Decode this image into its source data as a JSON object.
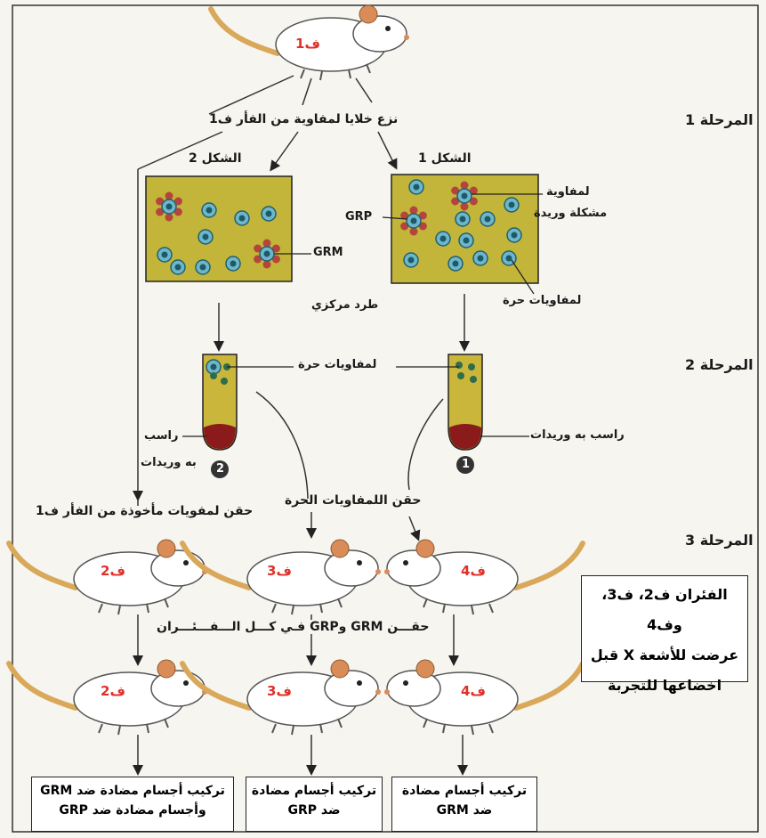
{
  "stages": {
    "stage1": "المرحلة 1",
    "stage2": "المرحلة 2",
    "stage3": "المرحلة 3"
  },
  "mice": {
    "m1": "ف1",
    "m2a": "ف2",
    "m3a": "ف3",
    "m4a": "ف4",
    "m2b": "ف2",
    "m3b": "ف3",
    "m4b": "ف4"
  },
  "labels": {
    "extract": "نزع خلايا لمفاوية من الفأر ف1",
    "figure1": "الشكل 1",
    "figure2": "الشكل 2",
    "lymphocyte": "لمفاوية",
    "rosette": "مشكلة وريدة",
    "grp": "GRP",
    "grm": "GRM",
    "free_lymph_1": "لمفاويات حرة",
    "centrifuge": "طرد مركزي",
    "free_lymph_2": "لمفاويات حرة",
    "sediment_right": "راسب به وريدات",
    "sediment_left_1": "راسب",
    "sediment_left_2": "به وريدات",
    "tube1": "1",
    "tube2": "2",
    "inject_lymph": "حقن لمفويات مأخوذة من الفأر ف1",
    "inject_free": "حقن اللمفاويات الحرة",
    "inject_all": "حقـــن GRM وGRP فـي كـــل الـــفـــئـــران"
  },
  "sidebox": {
    "line1": "الفئران ف2، ف3، وف4",
    "line2": "عرضت للأشعة X قبل",
    "line3": "اخضاعها للتجربة"
  },
  "results": {
    "left_1": "تركيب أجسام مضادة ضد GRM",
    "left_2": "وأجسام مضادة ضد GRP",
    "mid_1": "تركيب أجسام مضادة",
    "mid_2": "ضد  GRP",
    "right_1": "تركيب أجسام مضادة",
    "right_2": "ضد  GRM"
  },
  "colors": {
    "panel": "#c2b53a",
    "tube": "#c9b63b",
    "cell_ring": "#3b8fa6",
    "cell_core": "#1b5a6b",
    "rosette": "#b5453c",
    "sediment": "#8b1a1a",
    "mouse_tail": "#d9a85a",
    "mouse_label": "#e0302a"
  }
}
